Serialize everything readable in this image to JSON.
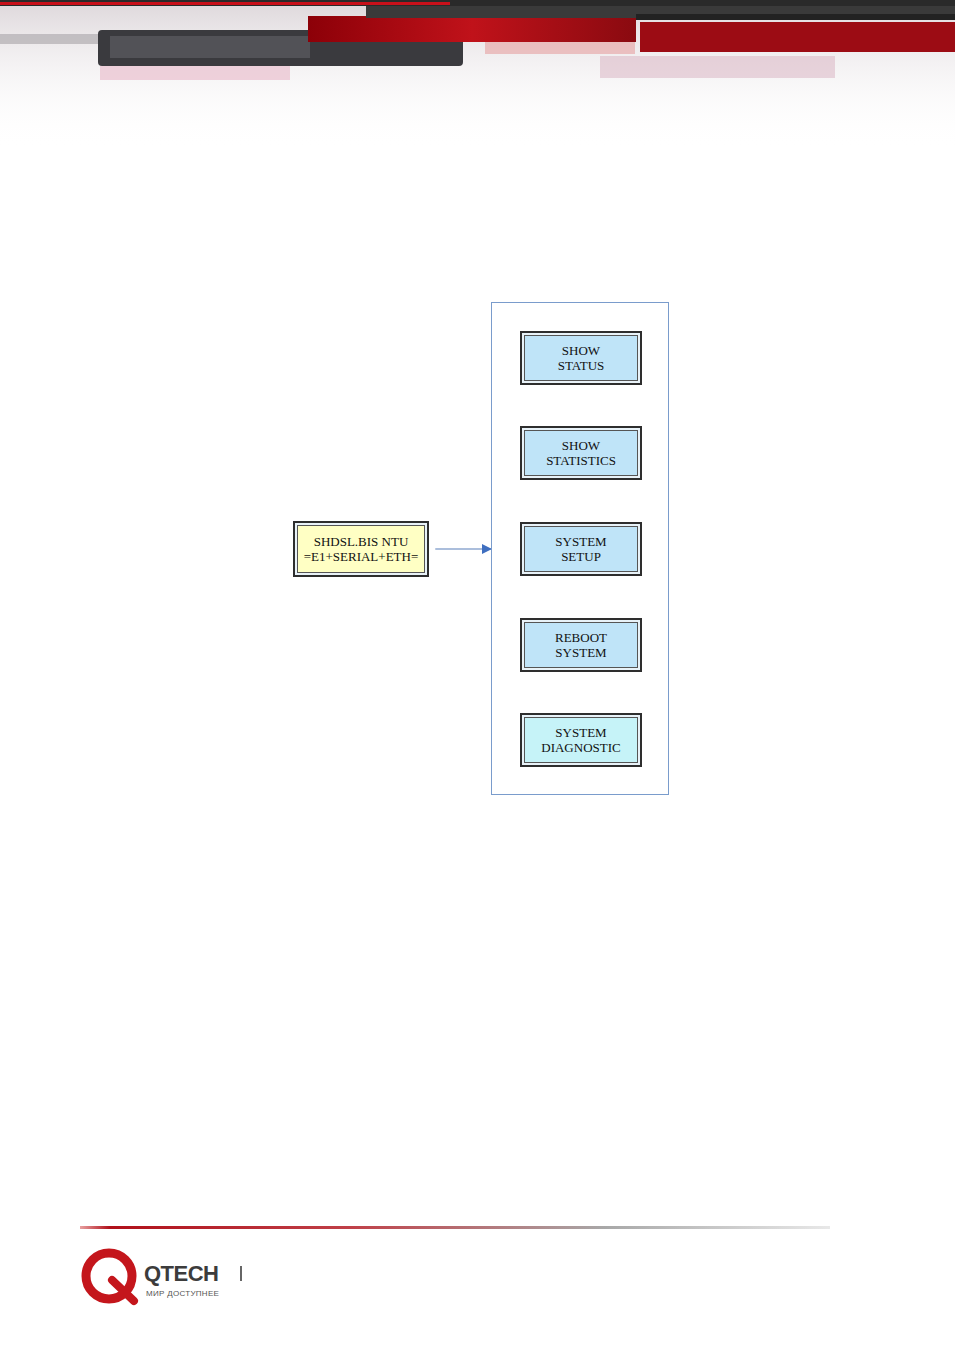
{
  "diagram": {
    "nodes": [
      {
        "text": [
          "SHDSL.BIS NTU =E1+SERIAL+ETH="
        ]
      },
      {
        "text": []
      },
      {
        "text": [
          "SHOW STATUS"
        ],
        "in": 1
      },
      {
        "text": [
          "SHOW STATISTICS"
        ],
        "in": 1
      },
      {
        "text": [
          "SYSTEM SETUP"
        ],
        "in": 1
      },
      {
        "text": [
          "REBOOT SYSTEM"
        ],
        "in": 1
      },
      {
        "text": [
          "SYSTEM DIAGNOSTIC"
        ],
        "in": 1
      }
    ],
    "edges": [
      {
        "from": 0,
        "to": 1,
        "arrow": "to"
      }
    ],
    "labels": [
      "QTECH",
      "МИР ДОСТУПНЕЕ"
    ]
  }
}
